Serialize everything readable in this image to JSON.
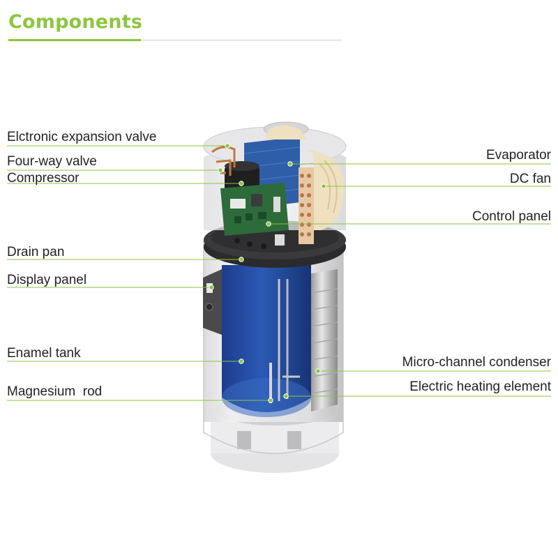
{
  "title": "Components",
  "accent_color": "#8cc63f",
  "labels": {
    "expansion_valve": "Elctronic expansion valve",
    "four_way_valve": "Four-way valve",
    "compressor": "Compressor",
    "drain_pan": "Drain pan",
    "display_panel": "Display panel",
    "enamel_tank": "Enamel tank",
    "magnesium_rod": "Magnesium  rod",
    "evaporator": "Evaporator",
    "dc_fan": "DC fan",
    "control_panel": "Control panel",
    "condenser": "Micro-channel condenser",
    "heating_element": "Electric heating element"
  }
}
